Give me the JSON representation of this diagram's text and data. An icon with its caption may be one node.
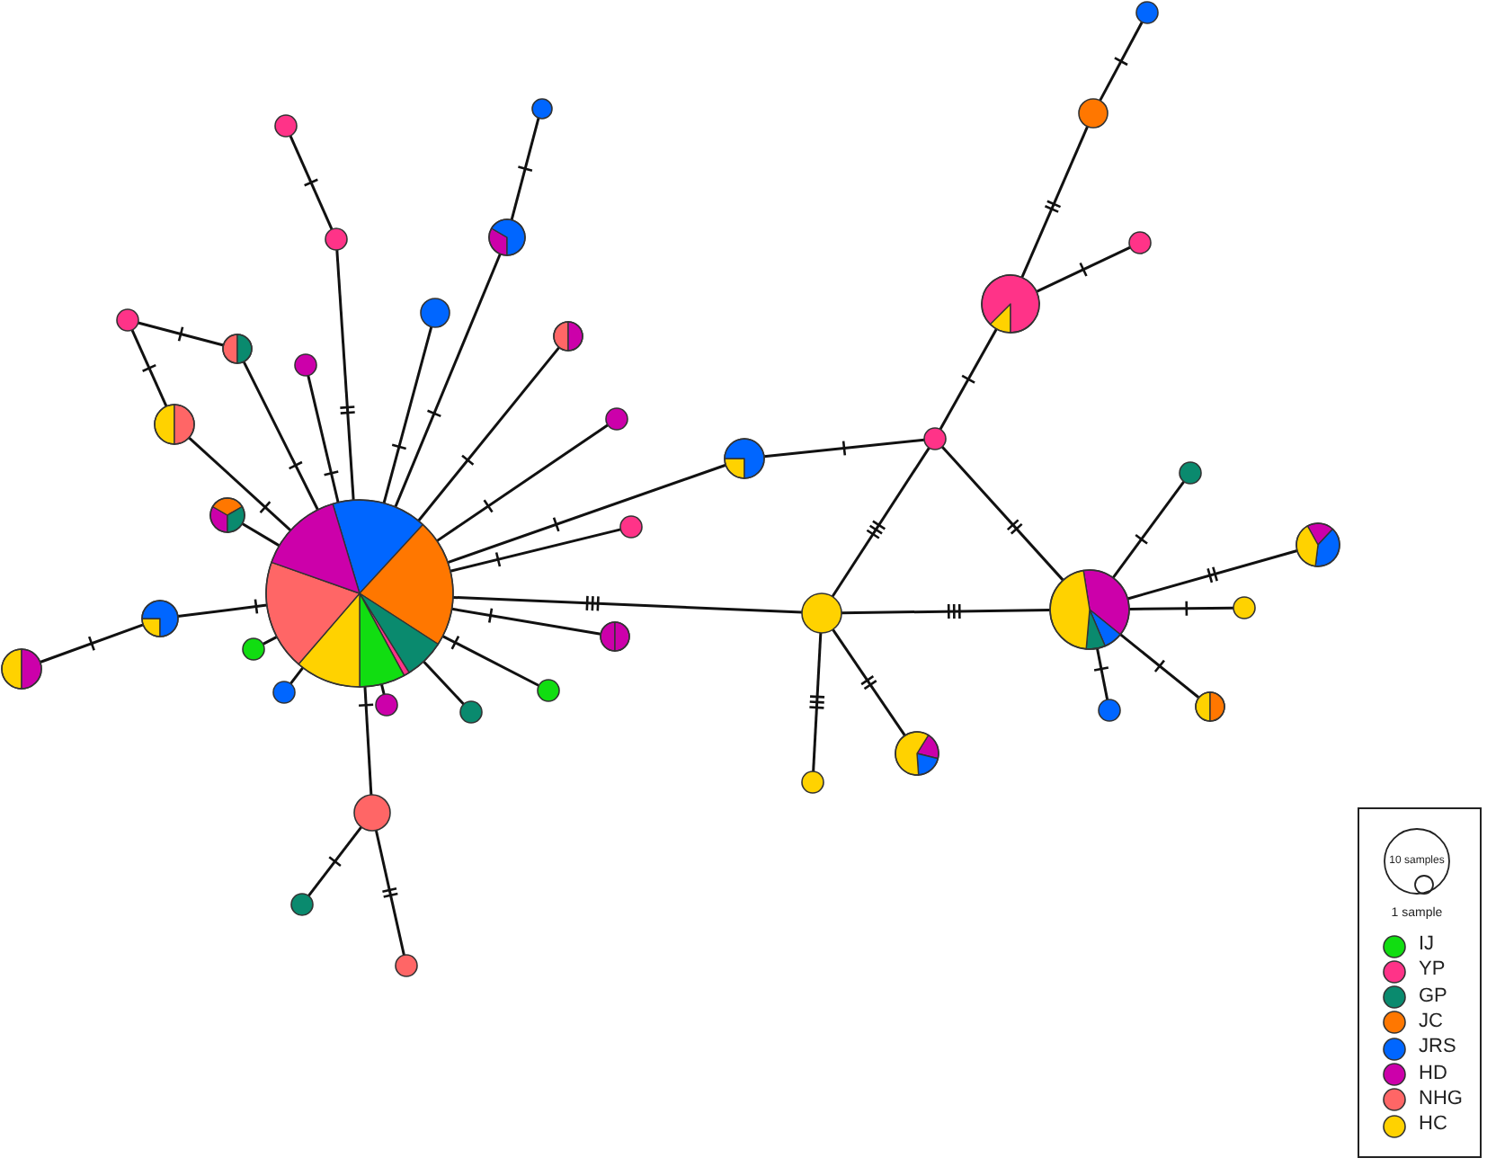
{
  "diagram": {
    "nodes": [
      {
        "text": [],
        "shape": "circle"
      },
      {
        "text": [],
        "shape": "circle"
      },
      {
        "text": [],
        "shape": "circle"
      },
      {
        "text": [],
        "shape": "circle"
      },
      {
        "text": [],
        "shape": "circle"
      },
      {
        "text": [],
        "shape": "circle"
      },
      {
        "text": [],
        "shape": "circle"
      },
      {
        "text": [],
        "shape": "circle"
      },
      {
        "text": [],
        "shape": "circle"
      },
      {
        "text": [],
        "shape": "circle"
      },
      {
        "text": [],
        "shape": "circle"
      },
      {
        "text": [],
        "shape": "circle"
      },
      {
        "text": [],
        "shape": "circle"
      },
      {
        "text": [],
        "shape": "circle"
      },
      {
        "text": [],
        "shape": "circle"
      },
      {
        "text": [],
        "shape": "circle"
      },
      {
        "text": [],
        "shape": "circle"
      },
      {
        "text": [],
        "shape": "circle"
      },
      {
        "text": [],
        "shape": "circle"
      },
      {
        "text": [],
        "shape": "circle"
      },
      {
        "text": [],
        "shape": "circle"
      },
      {
        "text": [],
        "shape": "circle"
      },
      {
        "text": [],
        "shape": "circle"
      },
      {
        "text": [],
        "shape": "circle"
      },
      {
        "text": [],
        "shape": "circle"
      },
      {
        "text": [],
        "shape": "circle"
      },
      {
        "text": [],
        "shape": "circle"
      },
      {
        "text": [],
        "shape": "circle"
      },
      {
        "text": [],
        "shape": "circle"
      },
      {
        "text": [],
        "shape": "circle"
      },
      {
        "text": [],
        "shape": "circle"
      },
      {
        "text": [],
        "shape": "circle"
      },
      {
        "text": [],
        "shape": "circle"
      },
      {
        "text": [],
        "shape": "circle"
      },
      {
        "text": [],
        "shape": "circle"
      },
      {
        "text": [],
        "shape": "circle"
      },
      {
        "text": [],
        "shape": "circle"
      },
      {
        "text": [],
        "shape": "circle"
      },
      {
        "text": [],
        "shape": "circle"
      },
      {
        "text": [],
        "shape": "circle"
      }
    ],
    "edges": [
      {
        "from": 12,
        "to": 11,
        "arrow": "none"
      },
      {
        "from": 11,
        "to": 8,
        "arrow": "none"
      },
      {
        "from": 12,
        "to": 5,
        "arrow": "none"
      },
      {
        "from": 5,
        "to": 1,
        "arrow": "none"
      },
      {
        "from": 1,
        "to": 3,
        "arrow": "none"
      },
      {
        "from": 12,
        "to": 3,
        "arrow": "none"
      },
      {
        "from": 12,
        "to": 10,
        "arrow": "none"
      },
      {
        "from": 12,
        "to": 16,
        "arrow": "none"
      },
      {
        "from": 12,
        "to": 18,
        "arrow": "none"
      },
      {
        "from": 18,
        "to": 19,
        "arrow": "none"
      },
      {
        "from": 12,
        "to": 21,
        "arrow": "none"
      },
      {
        "from": 12,
        "to": 23,
        "arrow": "none"
      },
      {
        "from": 12,
        "to": 25,
        "arrow": "none"
      },
      {
        "from": 12,
        "to": 24,
        "arrow": "none"
      },
      {
        "from": 12,
        "to": 27,
        "arrow": "none"
      },
      {
        "from": 12,
        "to": 22,
        "arrow": "none"
      },
      {
        "from": 12,
        "to": 20,
        "arrow": "none"
      },
      {
        "from": 12,
        "to": 17,
        "arrow": "none"
      },
      {
        "from": 12,
        "to": 14,
        "arrow": "none"
      },
      {
        "from": 12,
        "to": 7,
        "arrow": "none"
      },
      {
        "from": 12,
        "to": 6,
        "arrow": "none"
      },
      {
        "from": 12,
        "to": 13,
        "arrow": "none"
      },
      {
        "from": 13,
        "to": 9,
        "arrow": "none"
      },
      {
        "from": 13,
        "to": 15,
        "arrow": "none"
      },
      {
        "from": 12,
        "to": 4,
        "arrow": "none"
      },
      {
        "from": 12,
        "to": 2,
        "arrow": "none"
      },
      {
        "from": 2,
        "to": 0,
        "arrow": "none"
      },
      {
        "from": 25,
        "to": 29,
        "arrow": "none"
      },
      {
        "from": 29,
        "to": 30,
        "arrow": "none"
      },
      {
        "from": 30,
        "to": 32,
        "arrow": "none"
      },
      {
        "from": 32,
        "to": 35,
        "arrow": "none"
      },
      {
        "from": 30,
        "to": 34,
        "arrow": "none"
      },
      {
        "from": 29,
        "to": 27,
        "arrow": "none"
      },
      {
        "from": 29,
        "to": 31,
        "arrow": "none"
      },
      {
        "from": 27,
        "to": 31,
        "arrow": "none"
      },
      {
        "from": 27,
        "to": 26,
        "arrow": "none"
      },
      {
        "from": 27,
        "to": 28,
        "arrow": "none"
      },
      {
        "from": 31,
        "to": 36,
        "arrow": "none"
      },
      {
        "from": 31,
        "to": 39,
        "arrow": "none"
      },
      {
        "from": 31,
        "to": 38,
        "arrow": "none"
      },
      {
        "from": 31,
        "to": 37,
        "arrow": "none"
      },
      {
        "from": 31,
        "to": 33,
        "arrow": "none"
      }
    ],
    "legend": [
      {
        "text": "10 samples"
      },
      {
        "text": "1 sample"
      },
      {
        "text": "IJ",
        "color": "#11dd11"
      },
      {
        "text": "YP",
        "color": "#ff3388"
      },
      {
        "text": "GP",
        "color": "#0a8a6e"
      },
      {
        "text": "JC",
        "color": "#ff7700"
      },
      {
        "text": "JRS",
        "color": "#0066ff"
      },
      {
        "text": "HD",
        "color": "#cc00aa"
      },
      {
        "text": "NHG",
        "color": "#ff6666"
      },
      {
        "text": "HC",
        "color": "#ffd200"
      }
    ]
  }
}
